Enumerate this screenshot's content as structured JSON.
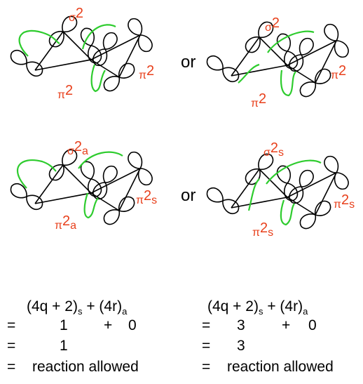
{
  "panels": [
    {
      "id": "top-left",
      "sigma_label": "σ",
      "sigma_sup": "2",
      "sigma_sub": "",
      "pi_right_label": "π",
      "pi_right_sup": "2",
      "pi_right_sub": "",
      "pi_bottom_label": "π",
      "pi_bottom_sup": "2",
      "pi_bottom_sub": ""
    },
    {
      "id": "top-right",
      "sigma_label": "σ",
      "sigma_sup": "2",
      "sigma_sub": "",
      "pi_right_label": "π",
      "pi_right_sup": "2",
      "pi_right_sub": "",
      "pi_bottom_label": "π",
      "pi_bottom_sup": "2",
      "pi_bottom_sub": ""
    },
    {
      "id": "bottom-left",
      "sigma_label": "σ",
      "sigma_sup": "2",
      "sigma_sub": "a",
      "pi_right_label": "π",
      "pi_right_sup": "2",
      "pi_right_sub": "s",
      "pi_bottom_label": "π",
      "pi_bottom_sup": "2",
      "pi_bottom_sub": "a"
    },
    {
      "id": "bottom-right",
      "sigma_label": "σ",
      "sigma_sup": "2",
      "sigma_sub": "s",
      "pi_right_label": "π",
      "pi_right_sup": "2",
      "pi_right_sub": "s",
      "pi_bottom_label": "π",
      "pi_bottom_sup": "2",
      "pi_bottom_sub": "s"
    }
  ],
  "or_labels": [
    "or",
    "or"
  ],
  "equations": {
    "left": {
      "header_a": "(4q + 2)",
      "header_a_sub": "s",
      "header_plus": "+",
      "header_b": "(4r)",
      "header_b_sub": "a",
      "line1_eq": "=",
      "line1_a": "1",
      "line1_plus": "+",
      "line1_b": "0",
      "line2_eq": "=",
      "line2_val": "1",
      "line3_eq": "=",
      "line3_text": "reaction allowed"
    },
    "right": {
      "header_a": "(4q + 2)",
      "header_a_sub": "s",
      "header_plus": "+",
      "header_b": "(4r)",
      "header_b_sub": "a",
      "line1_eq": "=",
      "line1_a": "3",
      "line1_plus": "+",
      "line1_b": "0",
      "line2_eq": "=",
      "line2_val": "3",
      "line3_eq": "=",
      "line3_text": "reaction allowed"
    }
  },
  "colors": {
    "label": "#e8401c",
    "interaction": "#2ecc2e",
    "orbital": "#000000"
  }
}
